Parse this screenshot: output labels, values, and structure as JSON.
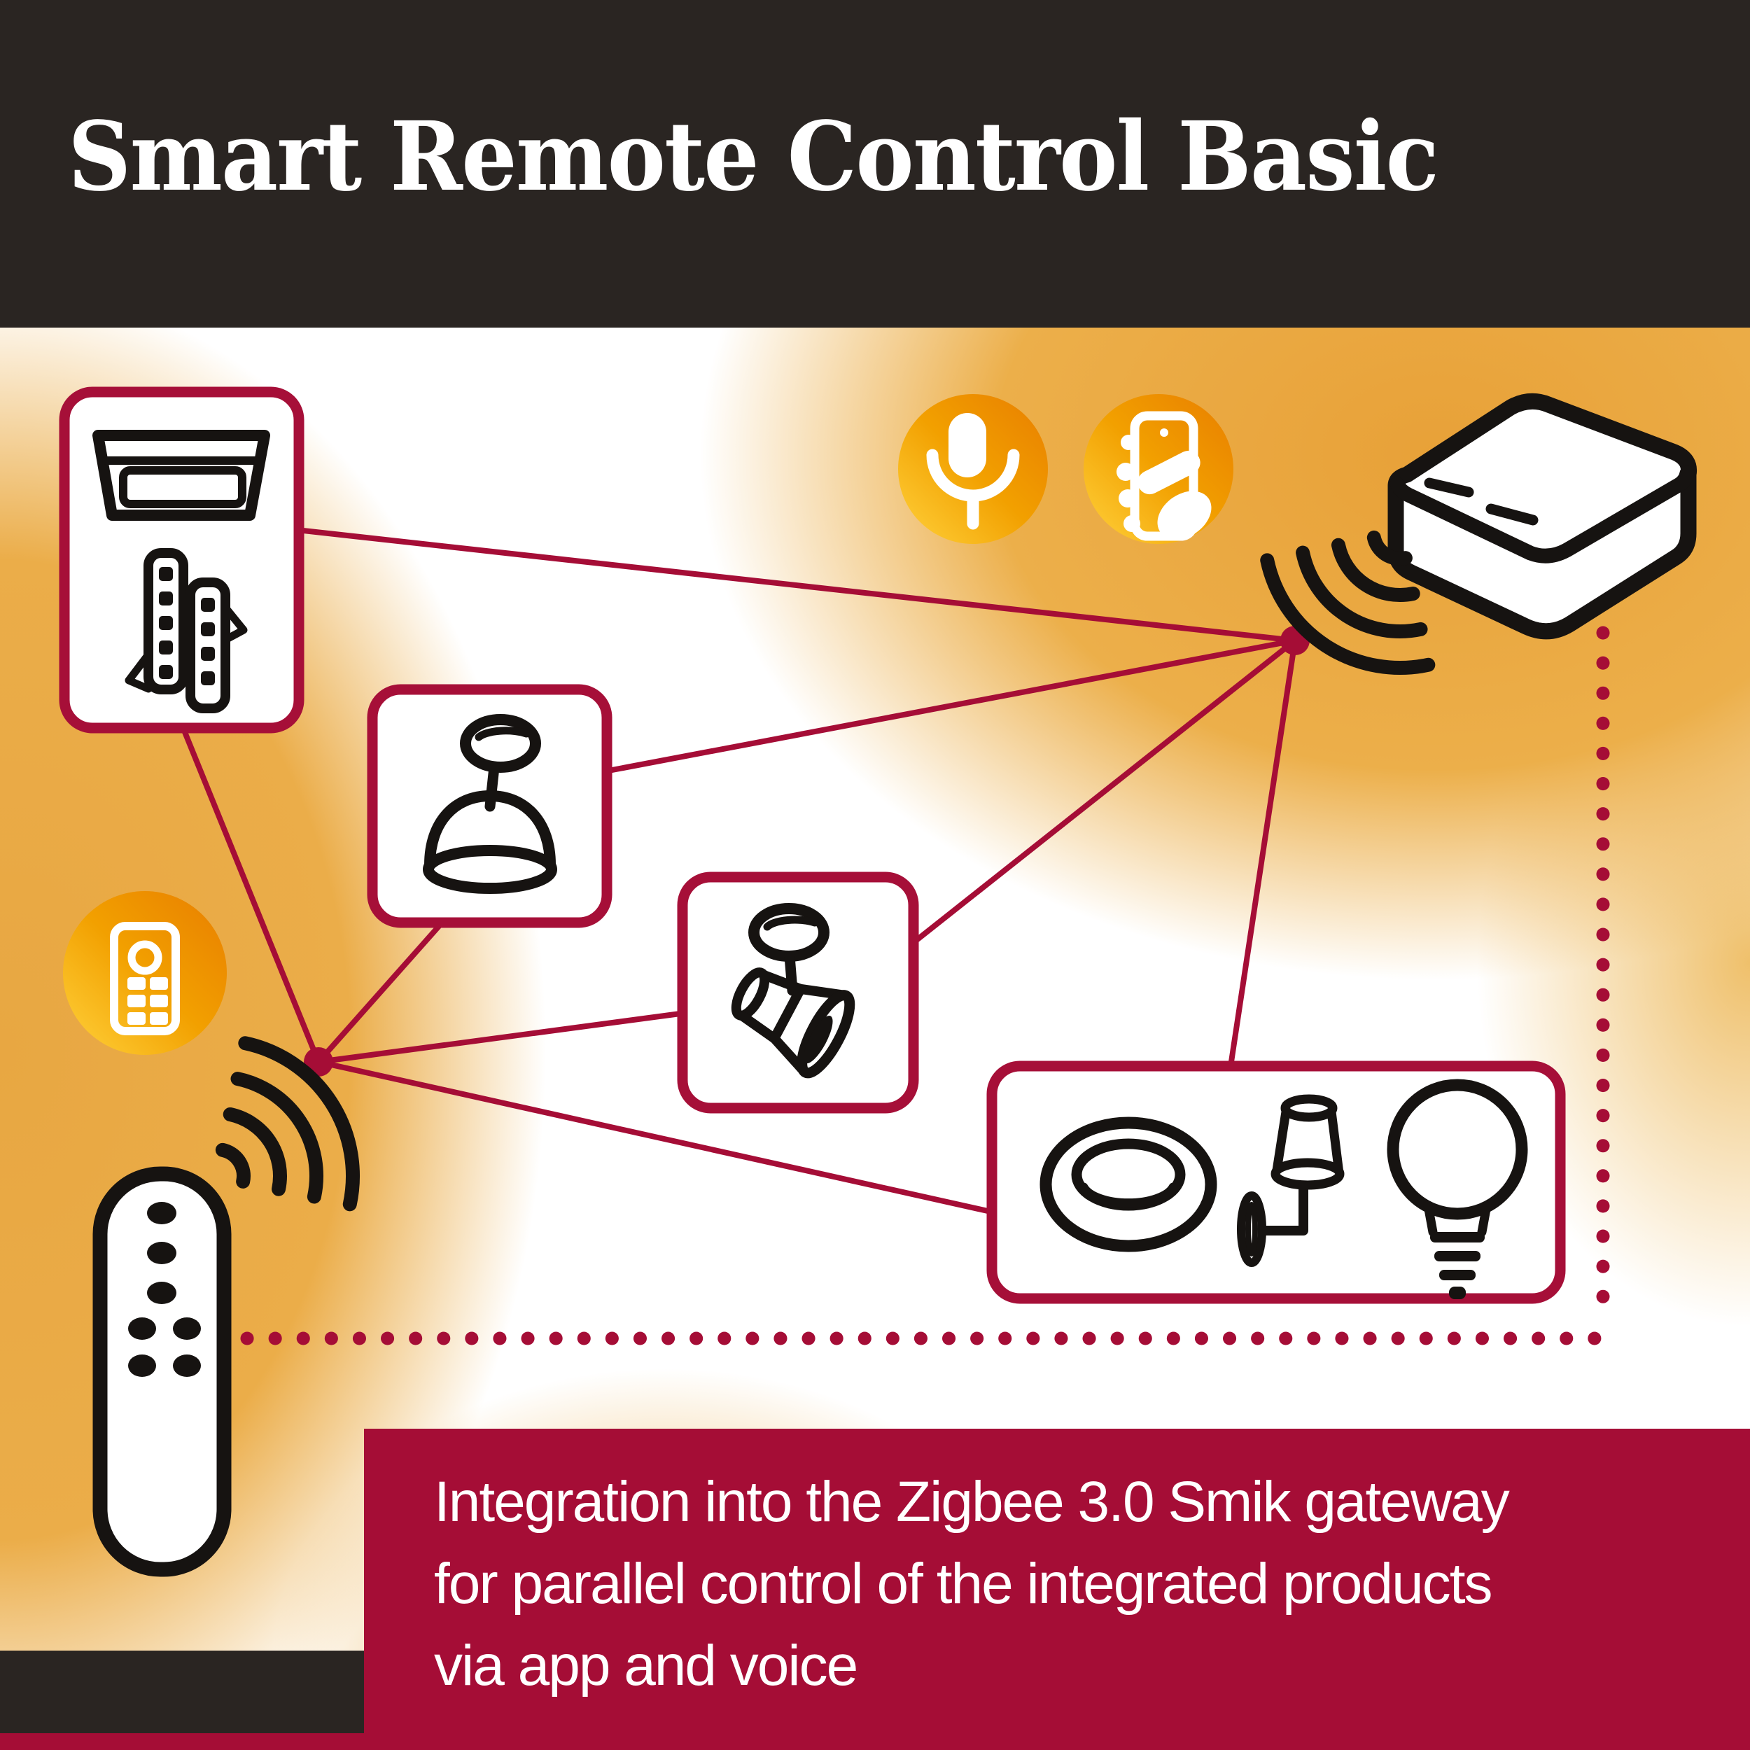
{
  "header": {
    "title": "Smart Remote Control Basic"
  },
  "banner": {
    "lines": [
      "Integration into the Zigbee 3.0 Smik gateway",
      "for parallel control of the integrated products",
      "via app and voice"
    ]
  },
  "colors": {
    "header_bg": "#2A2522",
    "accent_red": "#A50D36",
    "box_border": "#A60F38",
    "orange_gradient_start": "#FFD23C",
    "orange_gradient_end": "#E87E00",
    "background_orange": "#EBAC46",
    "icon_black": "#161311",
    "white": "#FFFFFF"
  },
  "icons": [
    "ceiling-panel-icon",
    "led-strips-icon",
    "pendant-lamp-icon",
    "spot-light-icon",
    "recessed-light-icon",
    "wall-lamp-icon",
    "bulb-icon",
    "gateway-icon",
    "remote-control-icon",
    "remote-circle-icon",
    "microphone-icon",
    "phone-app-icon",
    "wifi-signal-icon",
    "network-node-dot",
    "dotted-link-line"
  ]
}
